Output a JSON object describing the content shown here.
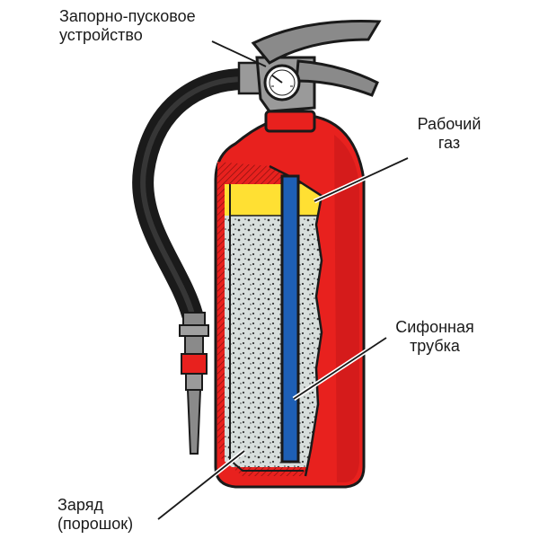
{
  "labels": {
    "valve": [
      "Запорно-пусковое",
      "устройство"
    ],
    "gas": [
      "Рабочий",
      "газ"
    ],
    "siphon": [
      "Сифонная",
      "трубка"
    ],
    "charge": [
      "Заряд",
      "(порошок)"
    ]
  },
  "colors": {
    "body_red": "#e8211e",
    "body_red_dark": "#b51512",
    "outline": "#1a1a1a",
    "gas_yellow": "#ffe033",
    "powder": "#d7dedc",
    "siphon_blue": "#1e5fb5",
    "metal_gray": "#8a8a8a",
    "hose_black": "#1a1a1a"
  }
}
